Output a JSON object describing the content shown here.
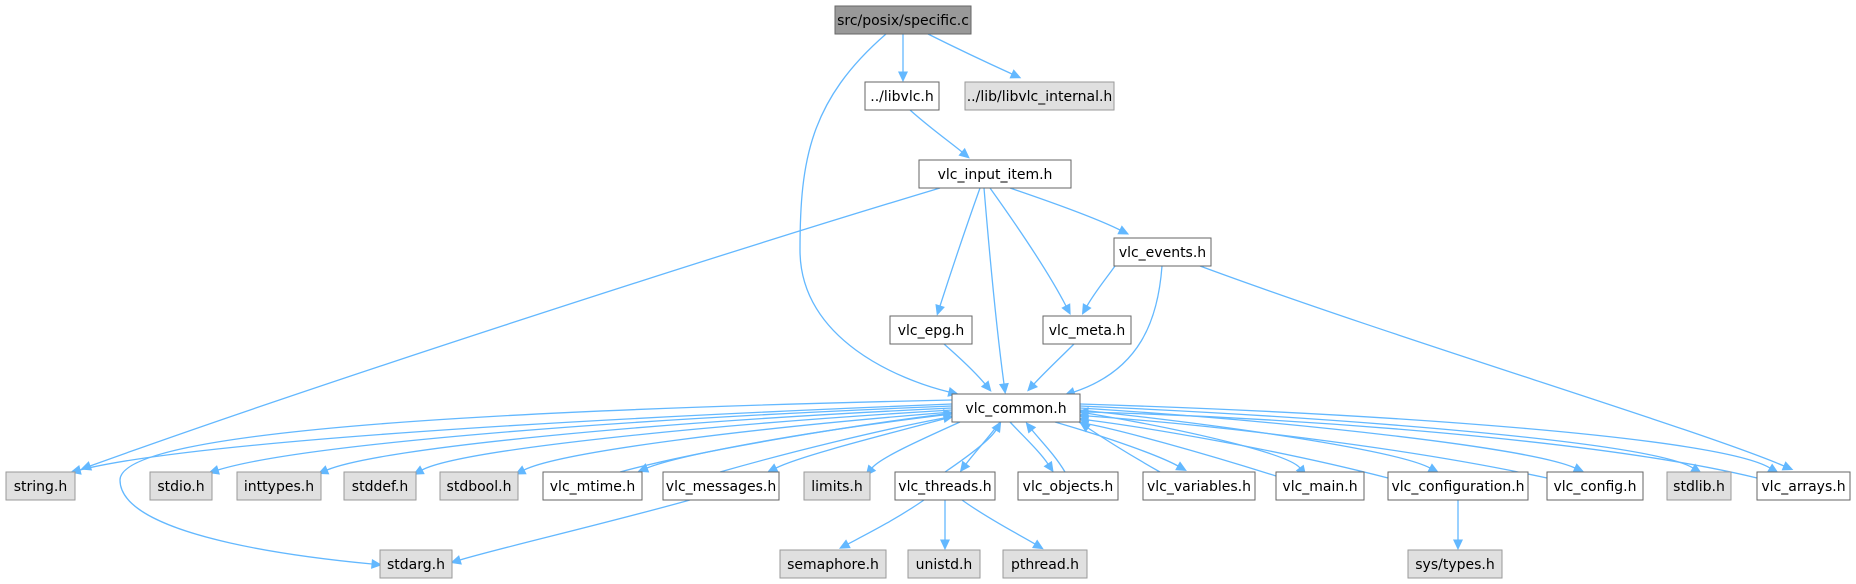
{
  "diagram": {
    "type": "include-dependency-graph",
    "colors": {
      "edge": "#63b8ff",
      "focus_fill": "#999999",
      "document_fill": "#ffffff",
      "system_header_fill": "#e0e0e0",
      "border": "#666666"
    },
    "nodes": [
      {
        "id": "specific",
        "label": "src/posix/specific.c",
        "kind": "focus"
      },
      {
        "id": "libvlc",
        "label": "../libvlc.h",
        "kind": "doc"
      },
      {
        "id": "libvlc_internal",
        "label": "../lib/libvlc_internal.h",
        "kind": "sys"
      },
      {
        "id": "input_item",
        "label": "vlc_input_item.h",
        "kind": "doc"
      },
      {
        "id": "events",
        "label": "vlc_events.h",
        "kind": "doc"
      },
      {
        "id": "epg",
        "label": "vlc_epg.h",
        "kind": "doc"
      },
      {
        "id": "meta",
        "label": "vlc_meta.h",
        "kind": "doc"
      },
      {
        "id": "common",
        "label": "vlc_common.h",
        "kind": "doc"
      },
      {
        "id": "string",
        "label": "string.h",
        "kind": "sys"
      },
      {
        "id": "stdio",
        "label": "stdio.h",
        "kind": "sys"
      },
      {
        "id": "inttypes",
        "label": "inttypes.h",
        "kind": "sys"
      },
      {
        "id": "stddef",
        "label": "stddef.h",
        "kind": "sys"
      },
      {
        "id": "stdbool",
        "label": "stdbool.h",
        "kind": "sys"
      },
      {
        "id": "mtime",
        "label": "vlc_mtime.h",
        "kind": "doc"
      },
      {
        "id": "messages",
        "label": "vlc_messages.h",
        "kind": "doc"
      },
      {
        "id": "limits",
        "label": "limits.h",
        "kind": "sys"
      },
      {
        "id": "threads",
        "label": "vlc_threads.h",
        "kind": "doc"
      },
      {
        "id": "objects",
        "label": "vlc_objects.h",
        "kind": "doc"
      },
      {
        "id": "variables",
        "label": "vlc_variables.h",
        "kind": "doc"
      },
      {
        "id": "main",
        "label": "vlc_main.h",
        "kind": "doc"
      },
      {
        "id": "configuration",
        "label": "vlc_configuration.h",
        "kind": "doc"
      },
      {
        "id": "config",
        "label": "vlc_config.h",
        "kind": "doc"
      },
      {
        "id": "stdlib",
        "label": "stdlib.h",
        "kind": "sys"
      },
      {
        "id": "arrays",
        "label": "vlc_arrays.h",
        "kind": "doc"
      },
      {
        "id": "stdarg",
        "label": "stdarg.h",
        "kind": "sys"
      },
      {
        "id": "semaphore",
        "label": "semaphore.h",
        "kind": "sys"
      },
      {
        "id": "unistd",
        "label": "unistd.h",
        "kind": "sys"
      },
      {
        "id": "pthread",
        "label": "pthread.h",
        "kind": "sys"
      },
      {
        "id": "sys_types",
        "label": "sys/types.h",
        "kind": "sys"
      }
    ],
    "edges": [
      {
        "from": "specific",
        "to": "libvlc"
      },
      {
        "from": "specific",
        "to": "libvlc_internal"
      },
      {
        "from": "specific",
        "to": "common"
      },
      {
        "from": "libvlc",
        "to": "input_item"
      },
      {
        "from": "input_item",
        "to": "events"
      },
      {
        "from": "input_item",
        "to": "epg"
      },
      {
        "from": "input_item",
        "to": "meta"
      },
      {
        "from": "input_item",
        "to": "common"
      },
      {
        "from": "input_item",
        "to": "string"
      },
      {
        "from": "events",
        "to": "meta"
      },
      {
        "from": "events",
        "to": "common"
      },
      {
        "from": "events",
        "to": "arrays"
      },
      {
        "from": "epg",
        "to": "common"
      },
      {
        "from": "meta",
        "to": "common"
      },
      {
        "from": "common",
        "to": "string"
      },
      {
        "from": "common",
        "to": "stdio"
      },
      {
        "from": "common",
        "to": "inttypes"
      },
      {
        "from": "common",
        "to": "stddef"
      },
      {
        "from": "common",
        "to": "stdbool"
      },
      {
        "from": "common",
        "to": "mtime"
      },
      {
        "from": "common",
        "to": "messages"
      },
      {
        "from": "common",
        "to": "limits"
      },
      {
        "from": "common",
        "to": "threads"
      },
      {
        "from": "common",
        "to": "objects"
      },
      {
        "from": "common",
        "to": "variables"
      },
      {
        "from": "common",
        "to": "main"
      },
      {
        "from": "common",
        "to": "configuration"
      },
      {
        "from": "common",
        "to": "config"
      },
      {
        "from": "common",
        "to": "stdlib"
      },
      {
        "from": "common",
        "to": "arrays"
      },
      {
        "from": "common",
        "to": "stdarg"
      },
      {
        "from": "mtime",
        "to": "common"
      },
      {
        "from": "messages",
        "to": "common"
      },
      {
        "from": "messages",
        "to": "stdarg"
      },
      {
        "from": "threads",
        "to": "common"
      },
      {
        "from": "threads",
        "to": "semaphore"
      },
      {
        "from": "threads",
        "to": "unistd"
      },
      {
        "from": "threads",
        "to": "pthread"
      },
      {
        "from": "objects",
        "to": "common"
      },
      {
        "from": "variables",
        "to": "common"
      },
      {
        "from": "main",
        "to": "common"
      },
      {
        "from": "configuration",
        "to": "common"
      },
      {
        "from": "configuration",
        "to": "sys_types"
      },
      {
        "from": "config",
        "to": "common"
      },
      {
        "from": "arrays",
        "to": "common"
      }
    ]
  }
}
